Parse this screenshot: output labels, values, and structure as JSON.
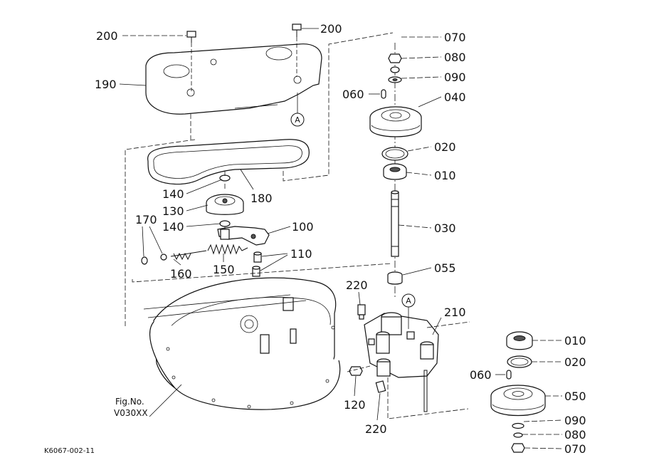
{
  "figure": {
    "fig_no_label": "Fig.No.",
    "fig_no_value": "V030XX",
    "catalog_code": "K6067-002-11"
  },
  "reference_marks": [
    "A",
    "A"
  ],
  "callouts": {
    "p200_left": "200",
    "p200_right": "200",
    "p190": "190",
    "p070_top": "070",
    "p080_top": "080",
    "p090_top": "090",
    "p060_top": "060",
    "p040": "040",
    "p020_top": "020",
    "p010_top": "010",
    "p030": "030",
    "p055": "055",
    "p140_top": "140",
    "p130": "130",
    "p140_bottom": "140",
    "p180": "180",
    "p170": "170",
    "p100": "100",
    "p110": "110",
    "p160": "160",
    "p150": "150",
    "p220_top": "220",
    "p210": "210",
    "p120": "120",
    "p220_bottom": "220",
    "p010_bottom": "010",
    "p020_bottom": "020",
    "p060_bottom": "060",
    "p050": "050",
    "p090_bottom": "090",
    "p080_bottom": "080",
    "p070_bottom": "070"
  }
}
